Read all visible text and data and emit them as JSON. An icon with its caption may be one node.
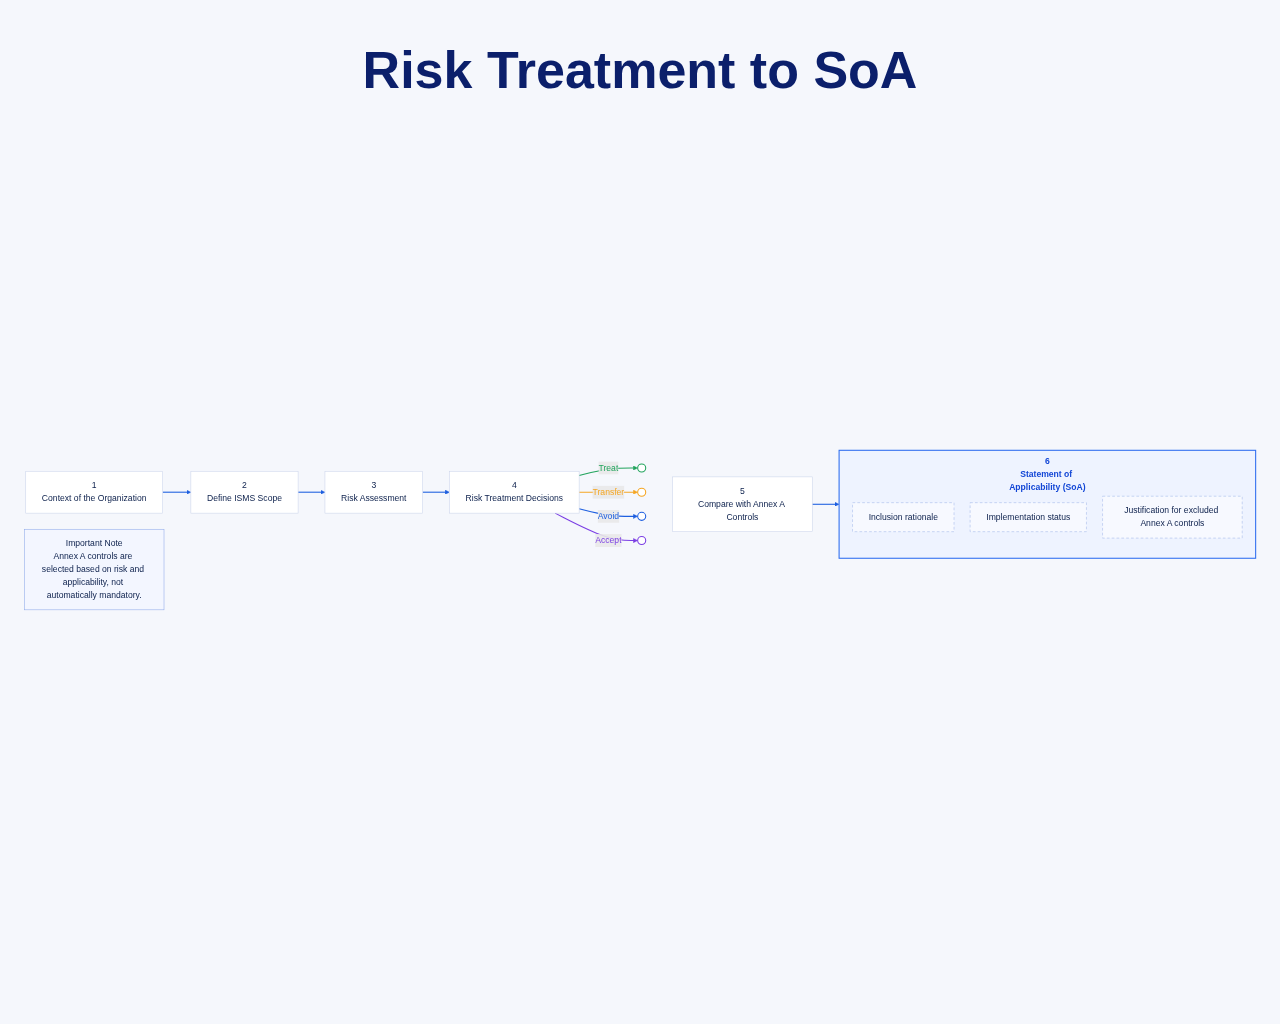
{
  "diagram": {
    "title": "Risk Treatment to SoA",
    "nodes": [
      {
        "text": [
          "1",
          "Context of the Organization"
        ]
      },
      {
        "text": [
          "2",
          "Define ISMS Scope"
        ]
      },
      {
        "text": [
          "3",
          "Risk Assessment"
        ]
      },
      {
        "text": [
          "4",
          "Risk Treatment Decisions"
        ]
      },
      {
        "text": [],
        "shape": "circle"
      },
      {
        "text": [],
        "shape": "circle"
      },
      {
        "text": [],
        "shape": "circle"
      },
      {
        "text": [],
        "shape": "circle"
      },
      {
        "text": [
          "5",
          "Compare with Annex A Controls"
        ]
      },
      {
        "text": [
          "6",
          "Statement of Applicability (SoA)"
        ]
      },
      {
        "text": [
          "Inclusion rationale"
        ],
        "in": 9
      },
      {
        "text": [
          "Implementation status"
        ],
        "in": 9
      },
      {
        "text": [
          "Justification for excluded Annex A controls"
        ],
        "in": 9
      },
      {
        "text": [
          "Important Note",
          "Annex A controls are selected based on risk and applicability, not automatically mandatory."
        ]
      }
    ],
    "edges": [
      {
        "from": 0,
        "to": 1,
        "arrow": "to"
      },
      {
        "from": 1,
        "to": 2,
        "arrow": "to"
      },
      {
        "from": 2,
        "to": 3,
        "arrow": "to"
      },
      {
        "from": 3,
        "to": 4,
        "arrow": "to",
        "label": "Treat",
        "color": "#22a45d"
      },
      {
        "from": 3,
        "to": 5,
        "arrow": "to",
        "label": "Transfer",
        "color": "#f5a623"
      },
      {
        "from": 3,
        "to": 6,
        "arrow": "to",
        "label": "Avoid"
      },
      {
        "from": 3,
        "to": 7,
        "arrow": "to",
        "label": "Accept",
        "color": "#7b3fe4"
      },
      {
        "from": 8,
        "to": 9,
        "arrow": "to"
      }
    ]
  }
}
